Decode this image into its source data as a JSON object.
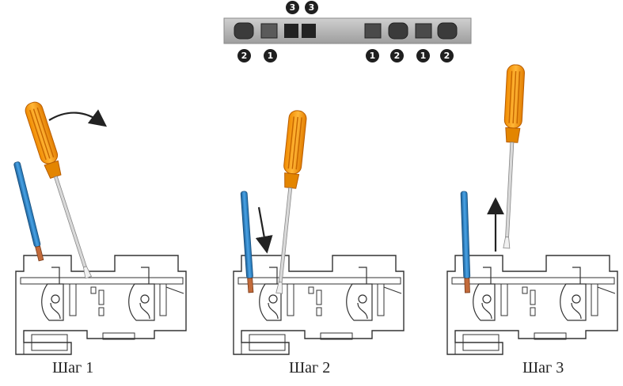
{
  "steps": [
    {
      "label": "Шаг 1"
    },
    {
      "label": "Шаг 2"
    },
    {
      "label": "Шаг 3"
    }
  ],
  "top_callouts": [
    "3",
    "3"
  ],
  "bottom_callouts": [
    "2",
    "1",
    "1",
    "2",
    "1",
    "2"
  ],
  "colors": {
    "screwdriver_handle": "#f5a31a",
    "screwdriver_shaft": "#d9d9d9",
    "wire_insulation": "#2f86c9",
    "wire_core": "#c26a3a",
    "terminal_outline": "#333333",
    "rail": "#bdbdbd"
  },
  "icons": [
    "screwdriver-icon",
    "wire-icon",
    "arrow-icon",
    "terminal-block-icon"
  ]
}
